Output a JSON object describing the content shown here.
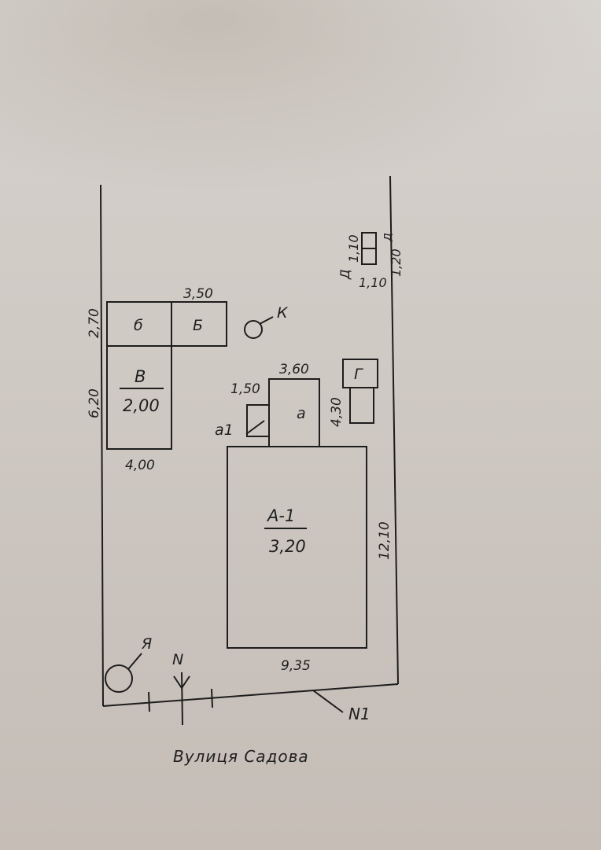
{
  "plot": {
    "street_label": "Вулиця Садова",
    "north_label": "N",
    "point_label": "N1",
    "well_label": "К",
    "tree_label": "Я"
  },
  "buildings": {
    "A": {
      "label": "А-1",
      "value": "3,20",
      "length": "9,35",
      "depth": "12,10"
    },
    "a": {
      "label": "а",
      "width": "3,60",
      "depth": "4,30"
    },
    "a1": {
      "label": "а1",
      "width": "1,50"
    },
    "B": {
      "label": "В",
      "value": "2,00",
      "width": "4,00",
      "height": "6,20"
    },
    "b_small": {
      "label": "б",
      "height": "2,70"
    },
    "B_cap": {
      "label": "Б",
      "width": "3,50"
    },
    "G": {
      "label": "Г"
    },
    "D": {
      "label": "Д",
      "d_small": "д",
      "top": "1,10",
      "bottom": "1,10",
      "side": "1,20"
    }
  }
}
